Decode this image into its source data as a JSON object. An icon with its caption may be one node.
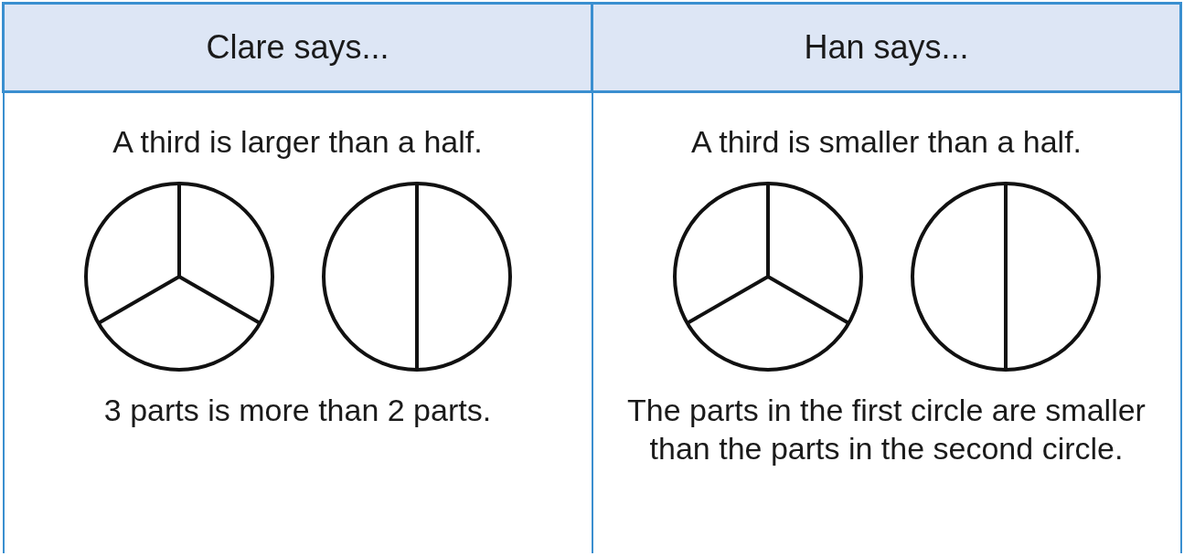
{
  "diagram": {
    "labels": [
      "Clare says...",
      "Han says...",
      "A third is larger than a half.",
      "A third is smaller than a half.",
      "3 parts is more than 2 parts.",
      "The parts in the first circle are smaller than the parts in the second circle."
    ]
  }
}
